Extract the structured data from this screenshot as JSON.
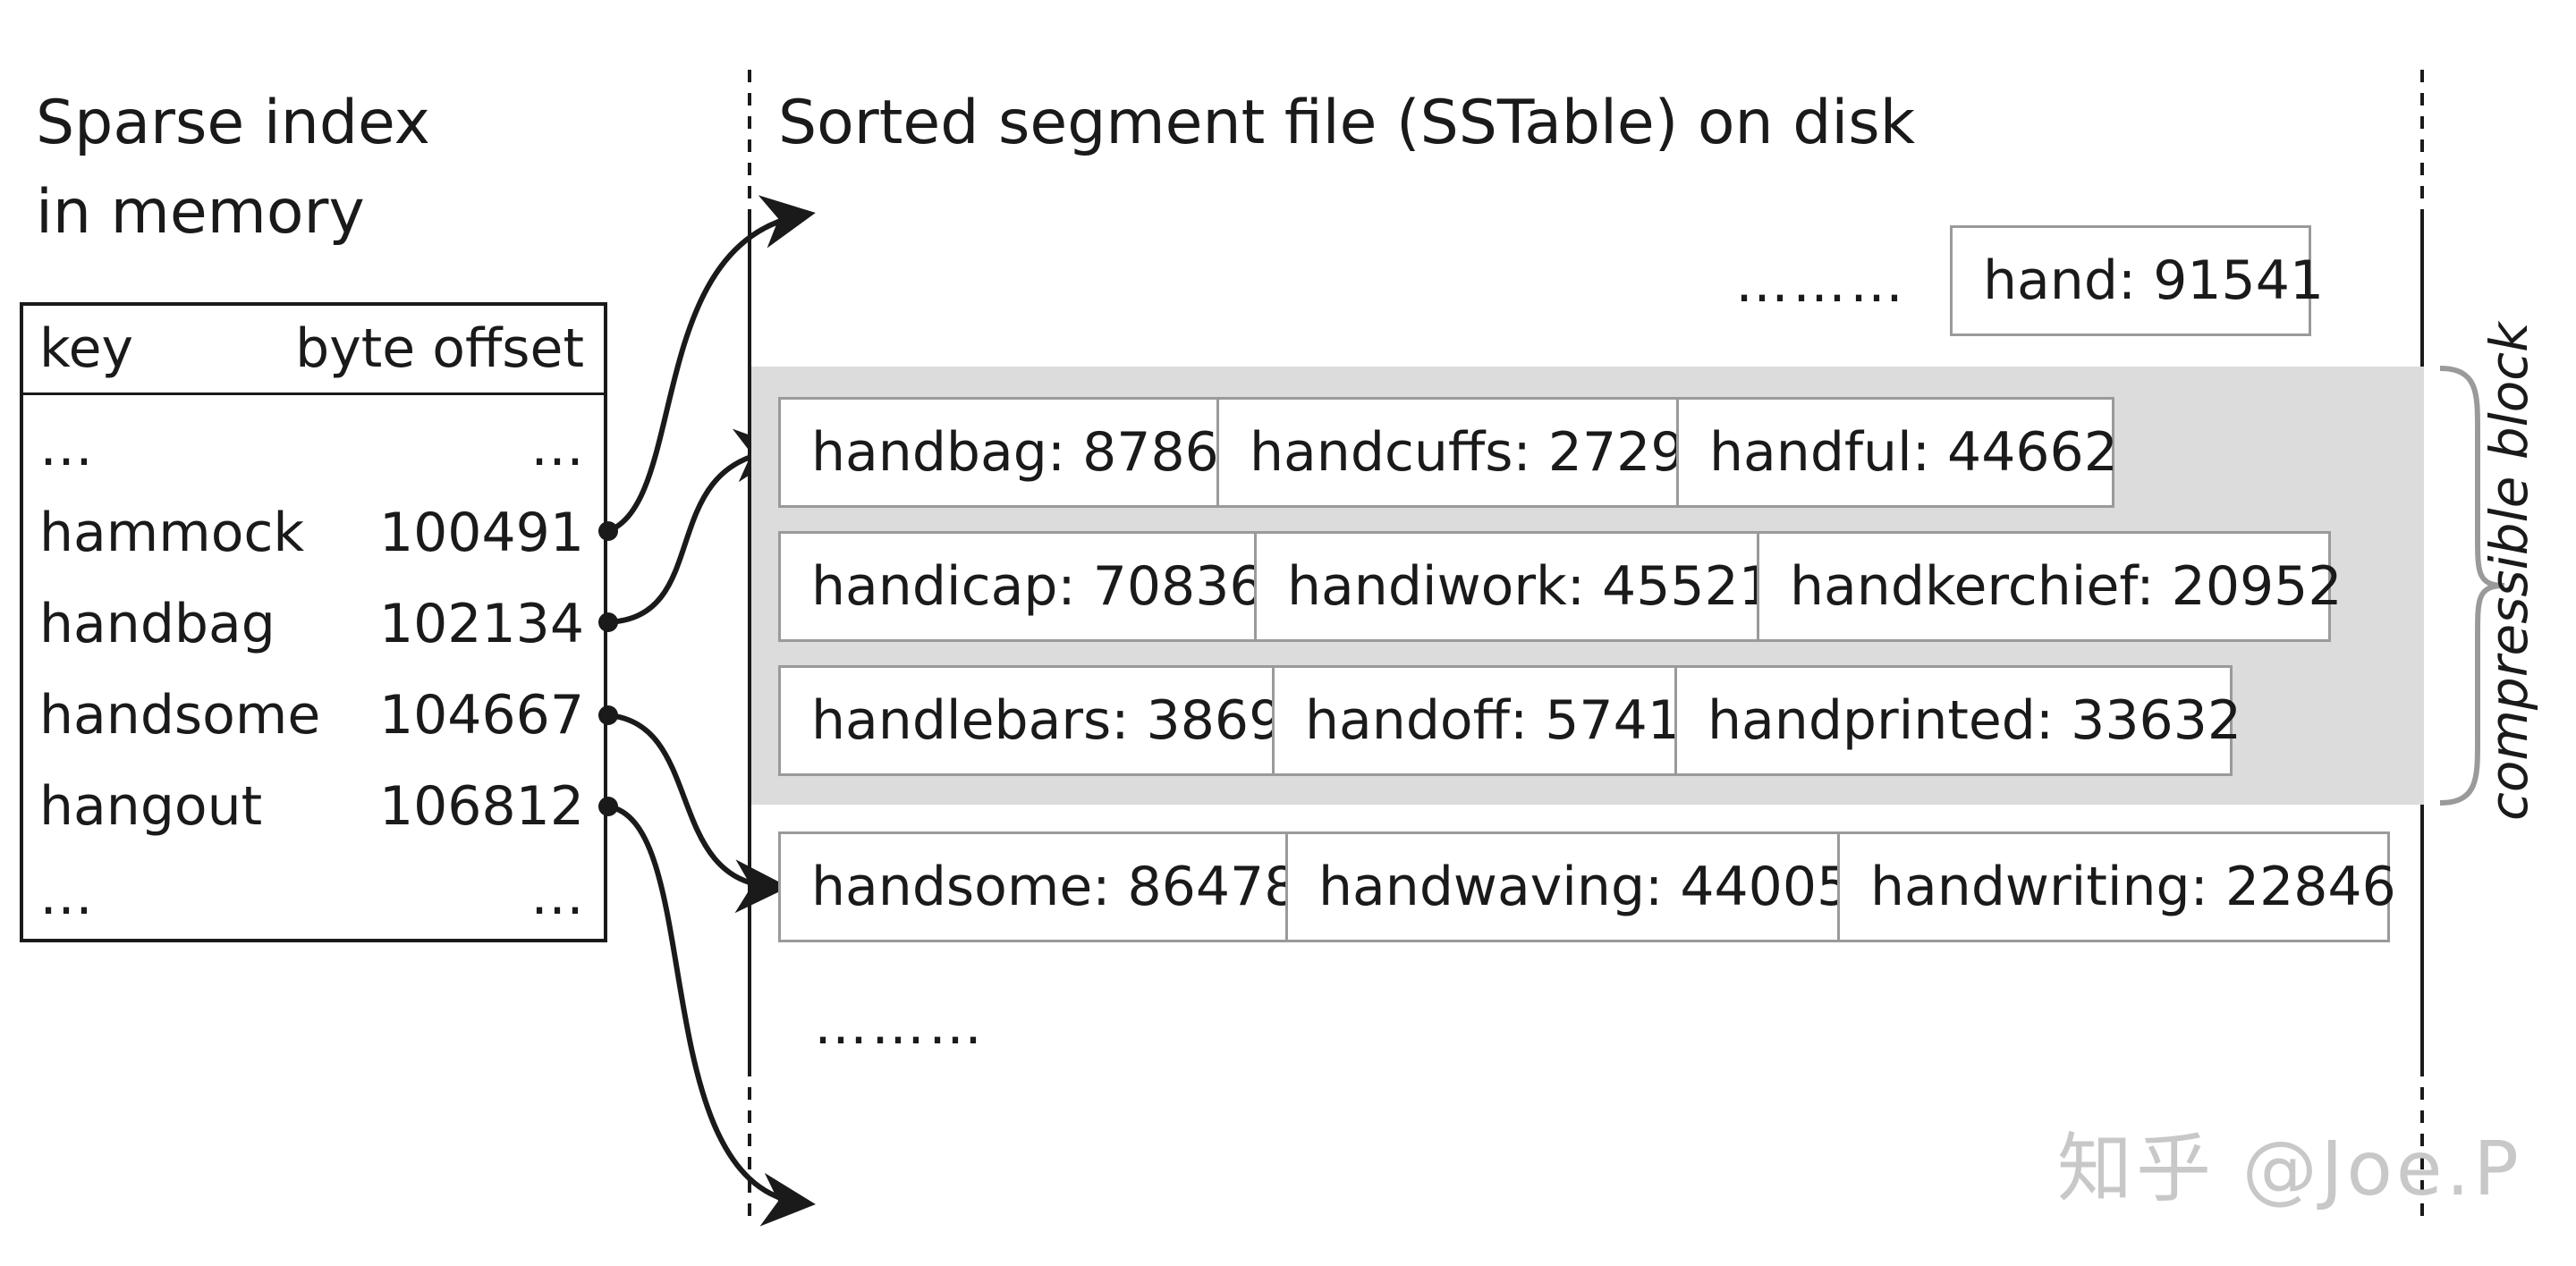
{
  "titles": {
    "sparse_index": [
      "Sparse index",
      "in memory"
    ],
    "sstable": "Sorted segment file (SSTable) on disk"
  },
  "index": {
    "header_key": "key",
    "header_offset": "byte offset",
    "rows": [
      {
        "key": "…",
        "offset": "…"
      },
      {
        "key": "hammock",
        "offset": "100491"
      },
      {
        "key": "handbag",
        "offset": "102134"
      },
      {
        "key": "handsome",
        "offset": "104667"
      },
      {
        "key": "hangout",
        "offset": "106812"
      },
      {
        "key": "…",
        "offset": "…"
      }
    ]
  },
  "segment": {
    "top_dots": "………",
    "top_entry": "hand: 91541",
    "block_rows": [
      [
        "handbag: 8786",
        "handcuffs: 2729",
        "handful: 44662"
      ],
      [
        "handicap: 70836",
        "handiwork: 45521",
        "handkerchief: 20952"
      ],
      [
        "handlebars: 3869",
        "handoff: 5741",
        "handprinted: 33632"
      ]
    ],
    "next_row": [
      "handsome: 86478",
      "handwaving: 44005",
      "handwriting: 22846"
    ],
    "bottom_dots": "………"
  },
  "block_label": "compressible block",
  "watermark": "知乎 @Joe.P",
  "colors": {
    "ink": "#1a1a1a",
    "block_fill": "#dcdcdc",
    "cell_border": "#9a9a9a"
  }
}
